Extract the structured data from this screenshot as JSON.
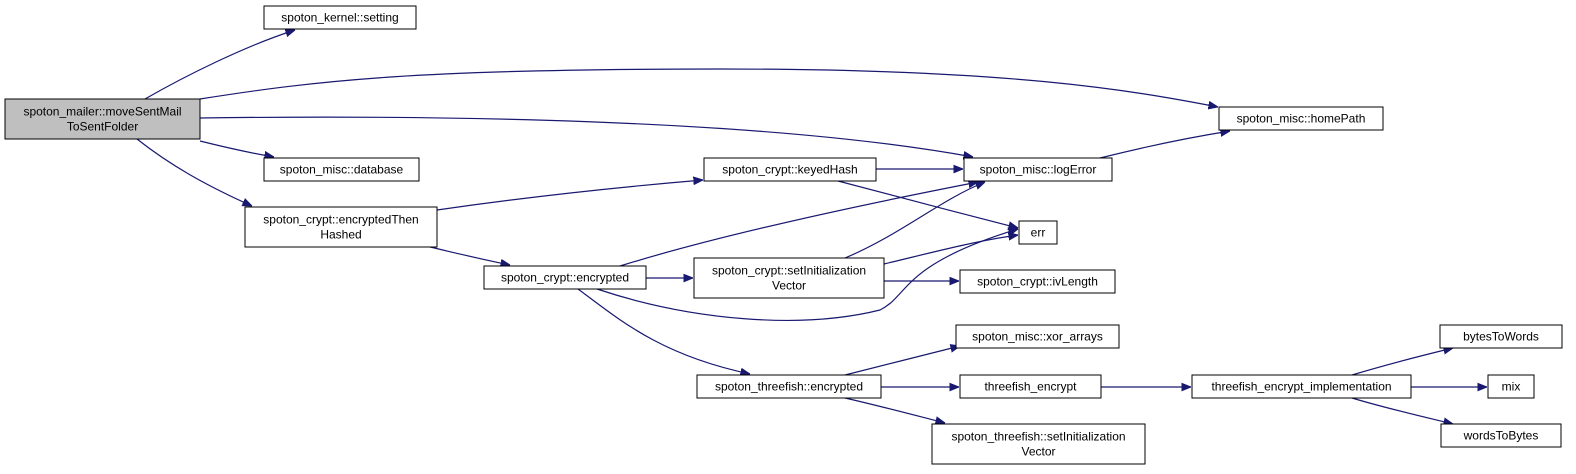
{
  "colors": {
    "edge": "#191970",
    "root_fill": "#bfbfbf",
    "node_fill": "#ffffff",
    "border": "#000000"
  },
  "nodes": [
    {
      "id": "moveSentMailToSentFolder",
      "lines": [
        "spoton_mailer::moveSentMail",
        "ToSentFolder"
      ],
      "root": true
    },
    {
      "id": "setting",
      "lines": [
        "spoton_kernel::setting"
      ]
    },
    {
      "id": "database",
      "lines": [
        "spoton_misc::database"
      ]
    },
    {
      "id": "encryptedThenHashed",
      "lines": [
        "spoton_crypt::encryptedThen",
        "Hashed"
      ]
    },
    {
      "id": "keyedHash",
      "lines": [
        "spoton_crypt::keyedHash"
      ]
    },
    {
      "id": "logError",
      "lines": [
        "spoton_misc::logError"
      ]
    },
    {
      "id": "homePath",
      "lines": [
        "spoton_misc::homePath"
      ]
    },
    {
      "id": "err",
      "lines": [
        "err"
      ]
    },
    {
      "id": "encrypted",
      "lines": [
        "spoton_crypt::encrypted"
      ]
    },
    {
      "id": "setInitializationVector",
      "lines": [
        "spoton_crypt::setInitialization",
        "Vector"
      ]
    },
    {
      "id": "ivLength",
      "lines": [
        "spoton_crypt::ivLength"
      ]
    },
    {
      "id": "xor_arrays",
      "lines": [
        "spoton_misc::xor_arrays"
      ]
    },
    {
      "id": "threefishEncrypted",
      "lines": [
        "spoton_threefish::encrypted"
      ]
    },
    {
      "id": "threefish_encrypt",
      "lines": [
        "threefish_encrypt"
      ]
    },
    {
      "id": "threefishSetInitializationVector",
      "lines": [
        "spoton_threefish::setInitialization",
        "Vector"
      ]
    },
    {
      "id": "threefish_encrypt_implementation",
      "lines": [
        "threefish_encrypt_implementation"
      ]
    },
    {
      "id": "bytesToWords",
      "lines": [
        "bytesToWords"
      ]
    },
    {
      "id": "mix",
      "lines": [
        "mix"
      ]
    },
    {
      "id": "wordsToBytes",
      "lines": [
        "wordsToBytes"
      ]
    }
  ],
  "edges": [
    {
      "from": "moveSentMailToSentFolder",
      "to": "setting"
    },
    {
      "from": "moveSentMailToSentFolder",
      "to": "homePath"
    },
    {
      "from": "moveSentMailToSentFolder",
      "to": "logError"
    },
    {
      "from": "moveSentMailToSentFolder",
      "to": "database"
    },
    {
      "from": "moveSentMailToSentFolder",
      "to": "encryptedThenHashed"
    },
    {
      "from": "encryptedThenHashed",
      "to": "keyedHash"
    },
    {
      "from": "encryptedThenHashed",
      "to": "encrypted"
    },
    {
      "from": "keyedHash",
      "to": "logError"
    },
    {
      "from": "keyedHash",
      "to": "err"
    },
    {
      "from": "logError",
      "to": "homePath"
    },
    {
      "from": "encrypted",
      "to": "logError"
    },
    {
      "from": "encrypted",
      "to": "setInitializationVector"
    },
    {
      "from": "encrypted",
      "to": "err"
    },
    {
      "from": "encrypted",
      "to": "threefishEncrypted"
    },
    {
      "from": "setInitializationVector",
      "to": "logError"
    },
    {
      "from": "setInitializationVector",
      "to": "err"
    },
    {
      "from": "setInitializationVector",
      "to": "ivLength"
    },
    {
      "from": "threefishEncrypted",
      "to": "xor_arrays"
    },
    {
      "from": "threefishEncrypted",
      "to": "threefish_encrypt"
    },
    {
      "from": "threefishEncrypted",
      "to": "threefishSetInitializationVector"
    },
    {
      "from": "threefish_encrypt",
      "to": "threefish_encrypt_implementation"
    },
    {
      "from": "threefish_encrypt_implementation",
      "to": "bytesToWords"
    },
    {
      "from": "threefish_encrypt_implementation",
      "to": "mix"
    },
    {
      "from": "threefish_encrypt_implementation",
      "to": "wordsToBytes"
    }
  ]
}
